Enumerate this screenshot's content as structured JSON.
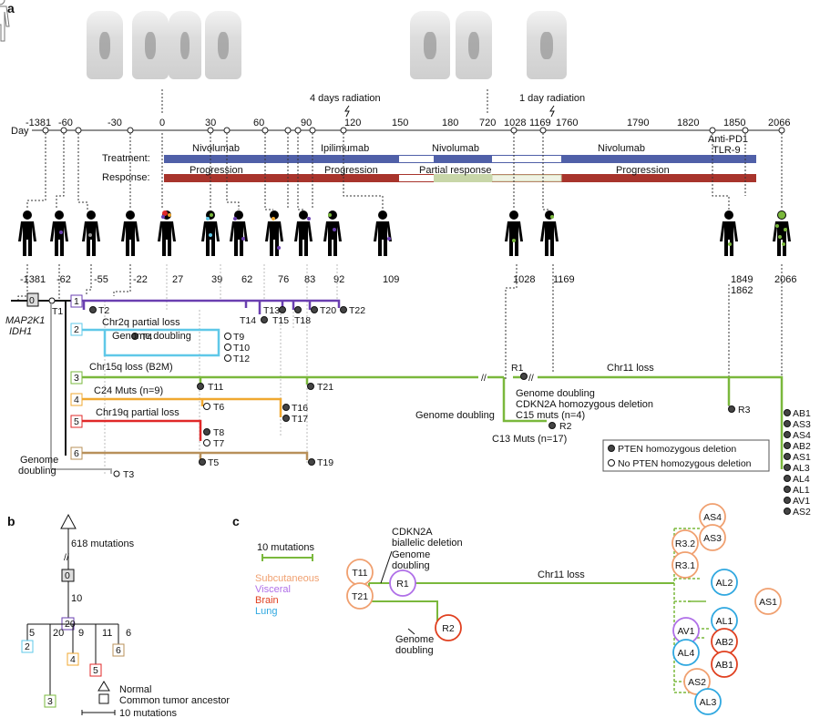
{
  "panel_labels": {
    "a": "a",
    "b": "b",
    "c": "c"
  },
  "timeline": {
    "day_label": "Day",
    "ticks": [
      "-1381",
      "-60",
      "-30",
      "0",
      "30",
      "60",
      "90",
      "120",
      "150",
      "180",
      "720",
      "1028",
      "1169",
      "1760",
      "1790",
      "1820",
      "1850",
      "2066"
    ],
    "extra_tick": "-62",
    "radiation_1": "4 days radiation",
    "radiation_2": "1 day radiation"
  },
  "treatment": {
    "label": "Treatment:",
    "segments": [
      "Nivolumab",
      "Ipilimumab",
      "Nivolumab",
      "Nivolumab",
      "Anti-PD1",
      "TLR-9"
    ],
    "color": "#5060a8"
  },
  "response": {
    "label": "Response:",
    "segments": [
      "Progression",
      "Progression",
      "Partial response",
      "Progression"
    ],
    "progression_color": "#a8342c",
    "partial_color": "#c8d6a8"
  },
  "body_days": [
    "-1381",
    "-62",
    "-55",
    "-22",
    "27",
    "39",
    "62",
    "76",
    "83",
    "92",
    "109",
    "1028",
    "1169",
    "1849",
    "1862",
    "2066"
  ],
  "tree_a": {
    "nodes": [
      "0",
      "1",
      "2",
      "3",
      "4",
      "5",
      "6"
    ],
    "genes": [
      "MAP2K1",
      "IDH1"
    ],
    "labels": {
      "T1": "T1",
      "T2": "T2",
      "T3": "T3",
      "T4": "T4",
      "T5": "T5",
      "T6": "T6",
      "T7": "T7",
      "T8": "T8",
      "T9": "T9",
      "T10": "T10",
      "T11": "T11",
      "T12": "T12",
      "T13": "T13",
      "T14": "T14",
      "T15": "T15",
      "T16": "T16",
      "T17": "T17",
      "T18": "T18",
      "T19": "T19",
      "T20": "T20",
      "T21": "T21",
      "T22": "T22",
      "R1": "R1",
      "R2": "R2",
      "R3": "R3"
    },
    "events": {
      "chr2q": "Chr2q partial loss",
      "gd1": "Genome doubling",
      "chr15q": "Chr15q loss (B2M)",
      "c24": "C24 Muts (n=9)",
      "chr19q": "Chr19q partial loss",
      "gd_left": "Genome",
      "gd_left2": "doubling",
      "chr11": "Chr11 loss",
      "gd_r1": "Genome doubling",
      "cdkn2a": "CDKN2A homozygous deletion",
      "c15": "C15 muts (n=4)",
      "gd_r2": "Genome doubling",
      "c13": "C13 Muts (n=17)"
    },
    "right_samples": [
      "AB1",
      "AS3",
      "AS4",
      "AB2",
      "AS1",
      "AL3",
      "AL4",
      "AL1",
      "AV1",
      "AS2"
    ],
    "legend": [
      "PTEN homozygous deletion",
      "No PTEN homozygous deletion"
    ],
    "colors": {
      "1": "#6a3fb0",
      "2": "#5fc8e8",
      "3": "#7ab83c",
      "4": "#f0a830",
      "5": "#e02828",
      "6": "#b8905a"
    }
  },
  "tree_b": {
    "trunk": "618 mutations",
    "trunk2": "10",
    "branch_counts": [
      "5",
      "20",
      "9",
      "11",
      "6"
    ],
    "legend": [
      "Normal",
      "Common tumor ancestor",
      "10 mutations"
    ]
  },
  "tree_c": {
    "scale": "10 mutations",
    "sites": [
      {
        "name": "Subcutaneous",
        "color": "#f0a070"
      },
      {
        "name": "Visceral",
        "color": "#b070e8"
      },
      {
        "name": "Brain",
        "color": "#e04020"
      },
      {
        "name": "Lung",
        "color": "#30a8e0"
      }
    ],
    "annotations": [
      "CDKN2A",
      "biallelic deletion",
      "Genome",
      "doubling",
      "Chr11 loss",
      "Genome",
      "doubling"
    ],
    "nodes": [
      "T11",
      "T21",
      "R1",
      "R2",
      "AS4",
      "AS3",
      "R3.2",
      "R3.1",
      "AL2",
      "AS1",
      "AL1",
      "AV1",
      "AB2",
      "AL4",
      "AB1",
      "AS2",
      "AL3"
    ]
  }
}
